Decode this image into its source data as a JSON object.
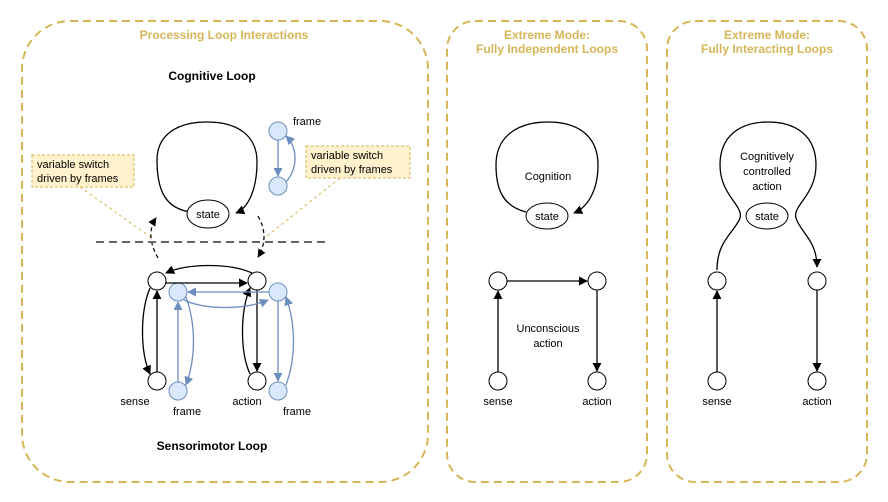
{
  "panels": {
    "interactions": {
      "title": "Processing Loop Interactions",
      "cognitive_loop": "Cognitive Loop",
      "sensorimotor_loop": "Sensorimotor Loop",
      "state": "state",
      "frame_top": "frame",
      "note_left": [
        "variable switch",
        "driven by frames"
      ],
      "note_right": [
        "variable switch",
        "driven by frames"
      ],
      "sense": "sense",
      "action": "action",
      "frame_left": "frame",
      "frame_right": "frame"
    },
    "independent": {
      "title_line1": "Extreme Mode:",
      "title_line2": "Fully Independent Loops",
      "cognition": "Cognition",
      "state": "state",
      "unconscious": [
        "Unconscious",
        "action"
      ],
      "sense": "sense",
      "action": "action"
    },
    "interacting": {
      "title_line1": "Extreme Mode:",
      "title_line2": "Fully Interacting Loops",
      "controlled": [
        "Cognitively",
        "controlled",
        "action"
      ],
      "state": "state",
      "sense": "sense",
      "action": "action"
    }
  },
  "colors": {
    "panel_border": "#d6b656",
    "frame_fill": "#dae8fc",
    "frame_stroke": "#6c8ebf",
    "note_fill": "#fff2cc"
  }
}
